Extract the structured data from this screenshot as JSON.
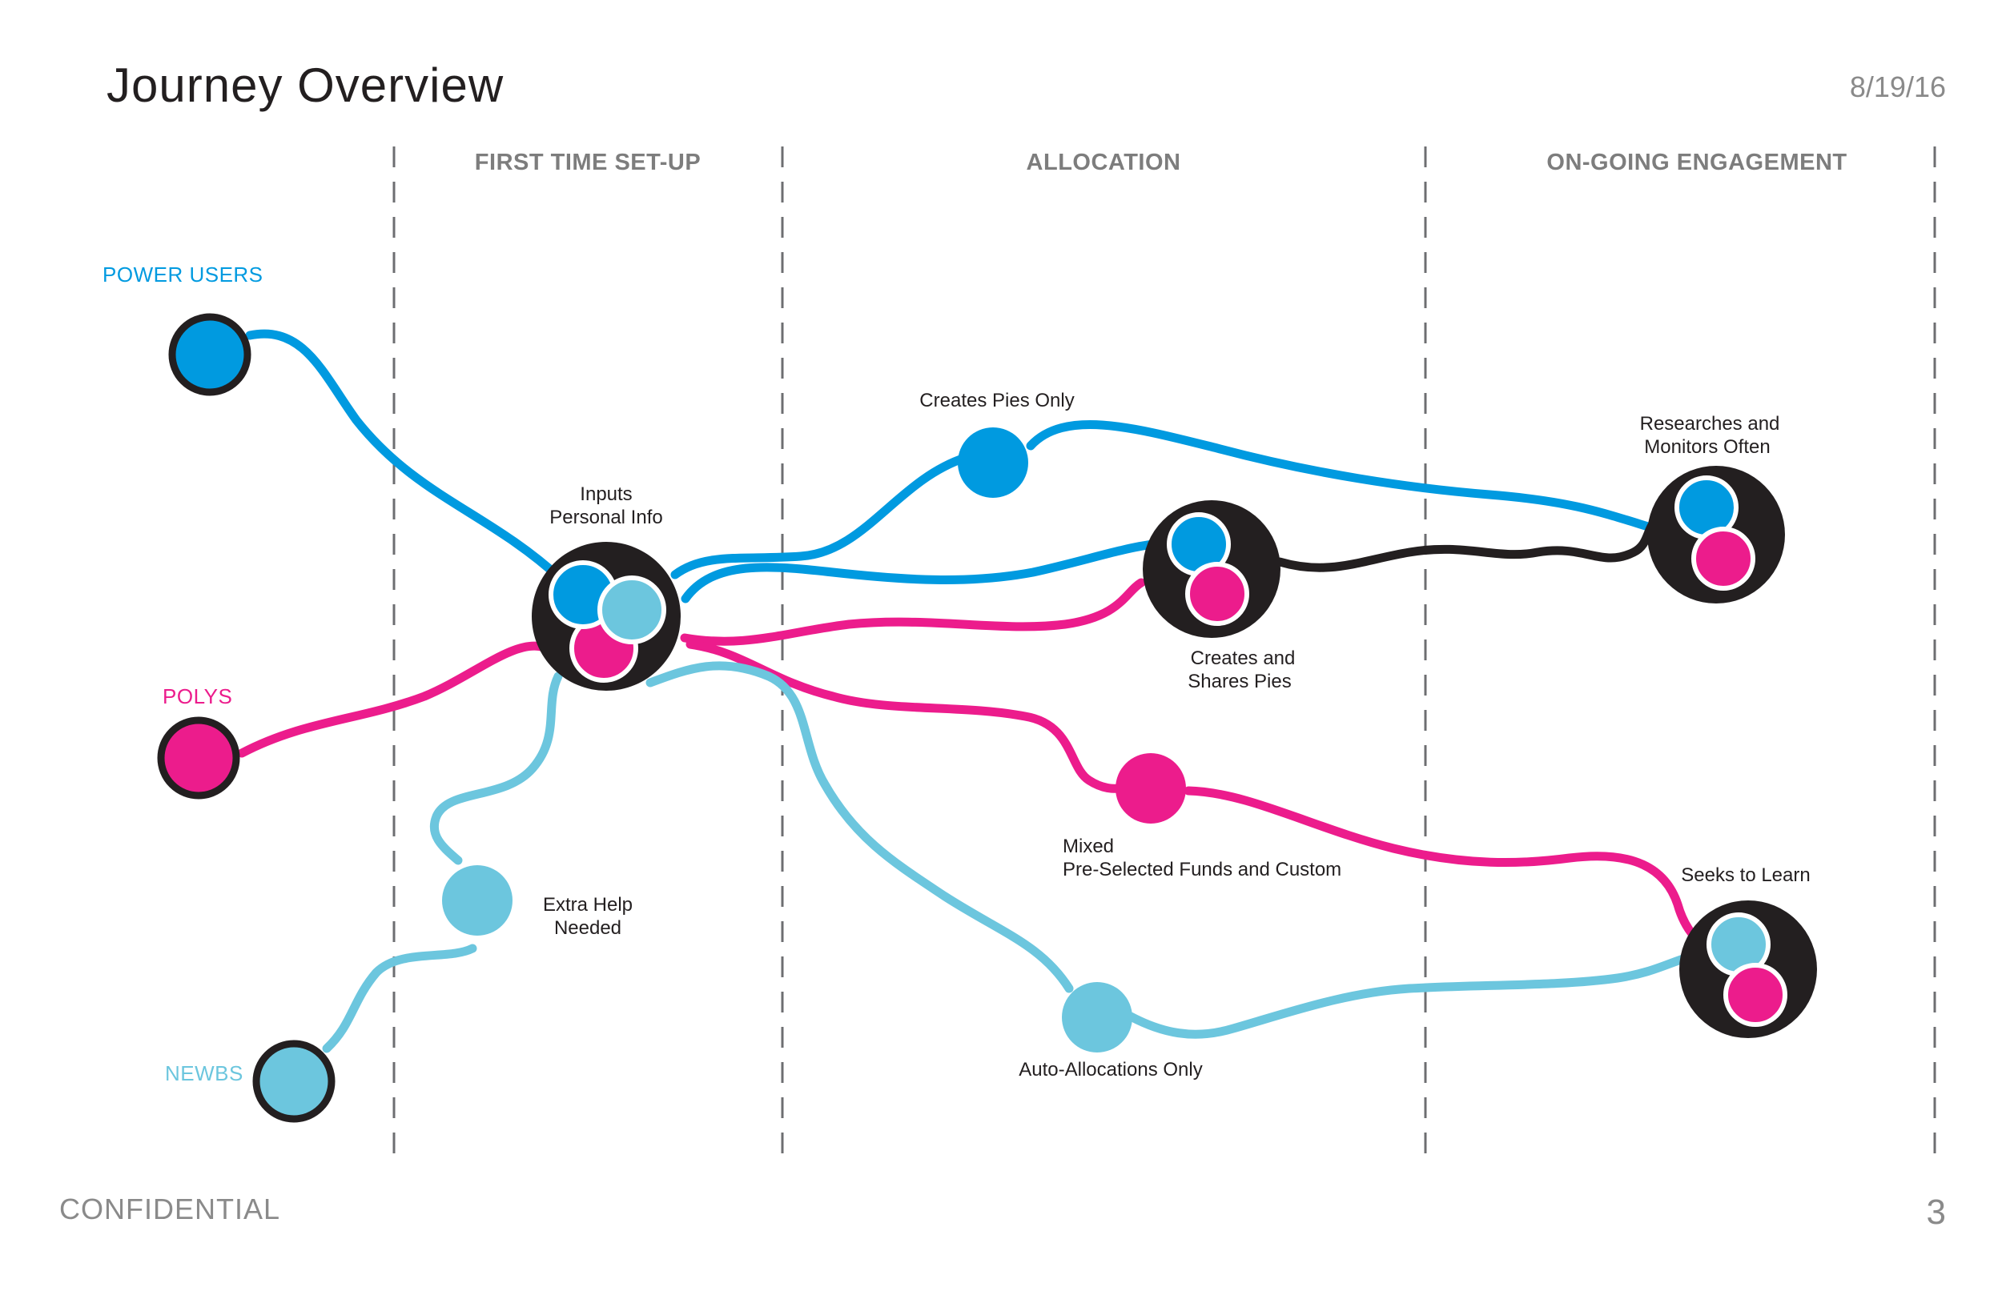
{
  "header": {
    "title": "Journey Overview",
    "date": "8/19/16"
  },
  "footer": {
    "confidential": "CONFIDENTIAL",
    "page_number": "3"
  },
  "phases": [
    "FIRST TIME SET-UP",
    "ALLOCATION",
    "ON-GOING ENGAGEMENT"
  ],
  "segments": [
    {
      "label": "POWER USERS",
      "color": "#009ae0"
    },
    {
      "label": "POLYS",
      "color": "#ec1c8c"
    },
    {
      "label": "NEWBS",
      "color": "#6cc6de"
    }
  ],
  "colors": {
    "power": "#009ae0",
    "polys": "#ec1c8c",
    "newbs": "#6cc6de",
    "dark": "#231f20",
    "divider": "#6d6e71"
  },
  "nodes": {
    "inputs": [
      "Inputs",
      "Personal Info"
    ],
    "extra_help": [
      "Extra Help",
      "Needed"
    ],
    "creates_pies": [
      "Creates Pies Only"
    ],
    "creates_shares": [
      "Creates and",
      "Shares Pies"
    ],
    "mixed": [
      "Mixed",
      "Pre-Selected Funds and Custom"
    ],
    "auto_alloc": [
      "Auto-Allocations Only"
    ],
    "researches": [
      "Researches and",
      "Monitors Often"
    ],
    "seeks": [
      "Seeks to Learn"
    ]
  }
}
